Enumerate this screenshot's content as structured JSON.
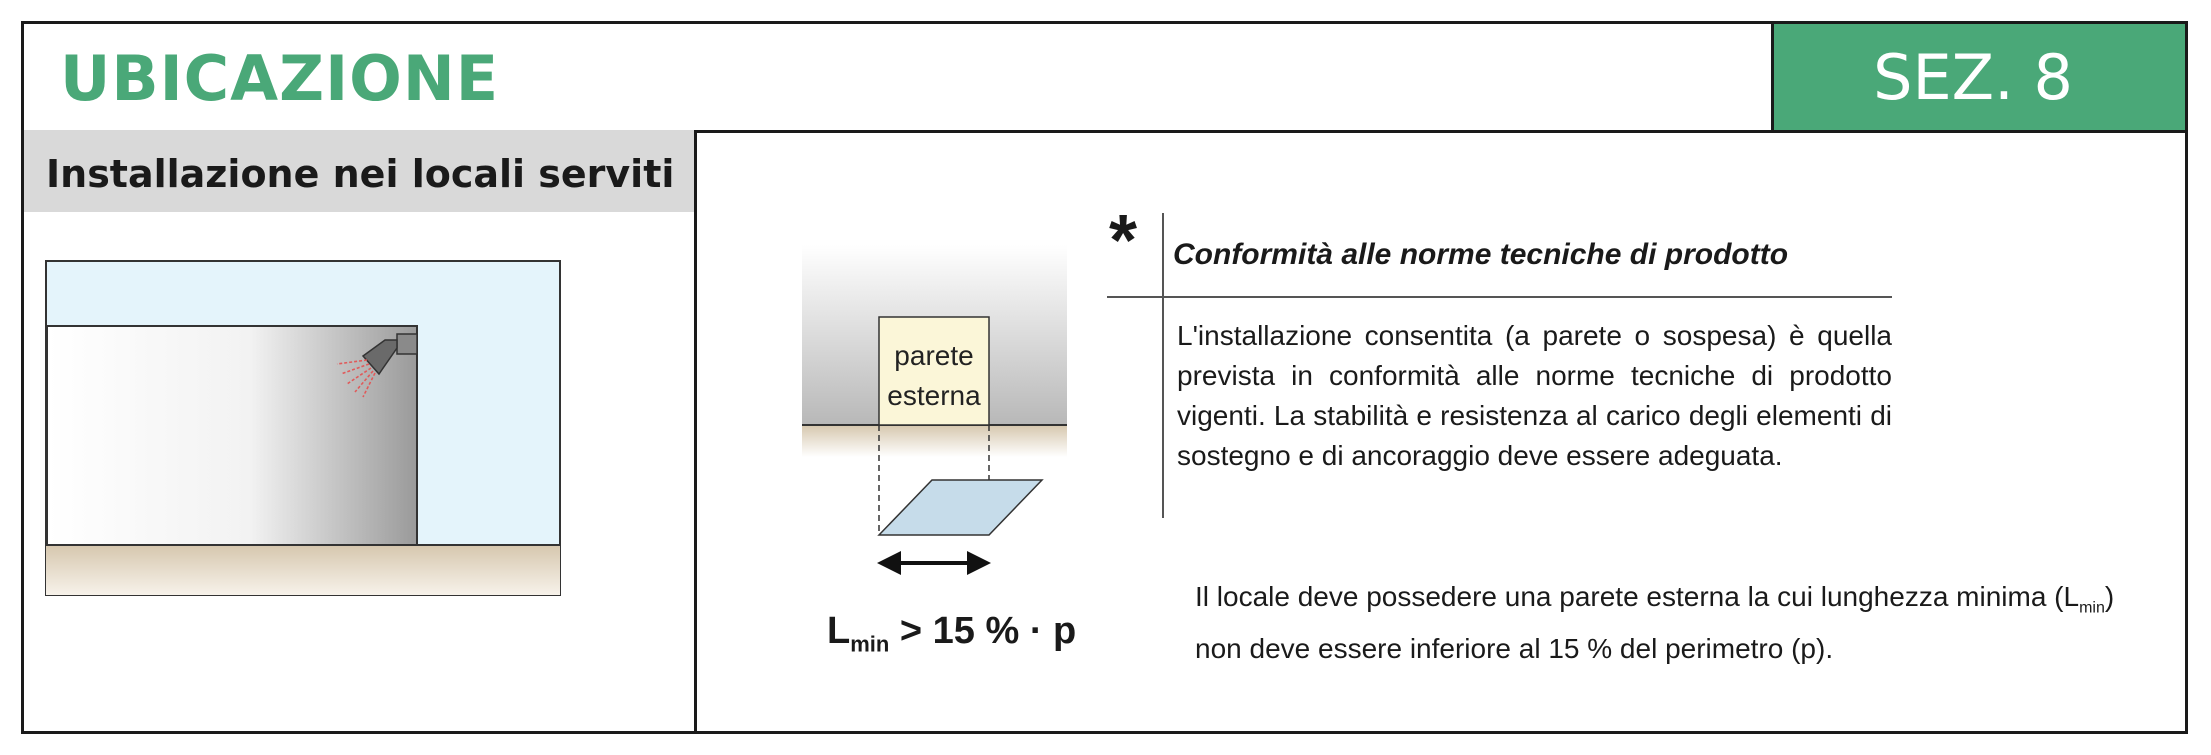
{
  "header": {
    "title": "UBICAZIONE",
    "section": "SEZ. 8"
  },
  "left": {
    "heading": "Installazione nei locali serviti"
  },
  "diagram": {
    "wall_label_line1": "parete",
    "wall_label_line2": "esterna"
  },
  "formula": {
    "symbol": "L",
    "subscript": "min",
    "expression": " > 15 % · p"
  },
  "note_box": {
    "star": "*",
    "title": "Conformità alle norme tecniche di prodotto",
    "body": "L'installazione consentita (a parete o sospesa) è quella prevista in conformità alle norme tecniche di prodotto vigenti. La stabilità e resistenza al carico degli elementi di sostegno e di ancoraggio deve essere adeguata."
  },
  "bottom_text": {
    "part1": "Il locale deve possedere una parete esterna la cui lunghezza minima (L",
    "subscript": "min",
    "part2": ") non deve essere inferiore al 15 % del perimetro (p)."
  },
  "colors": {
    "accent": "#4aa878",
    "sky": "#e4f4fb",
    "floor": "#e6dccb",
    "heater_rays": "#e05a5a"
  }
}
